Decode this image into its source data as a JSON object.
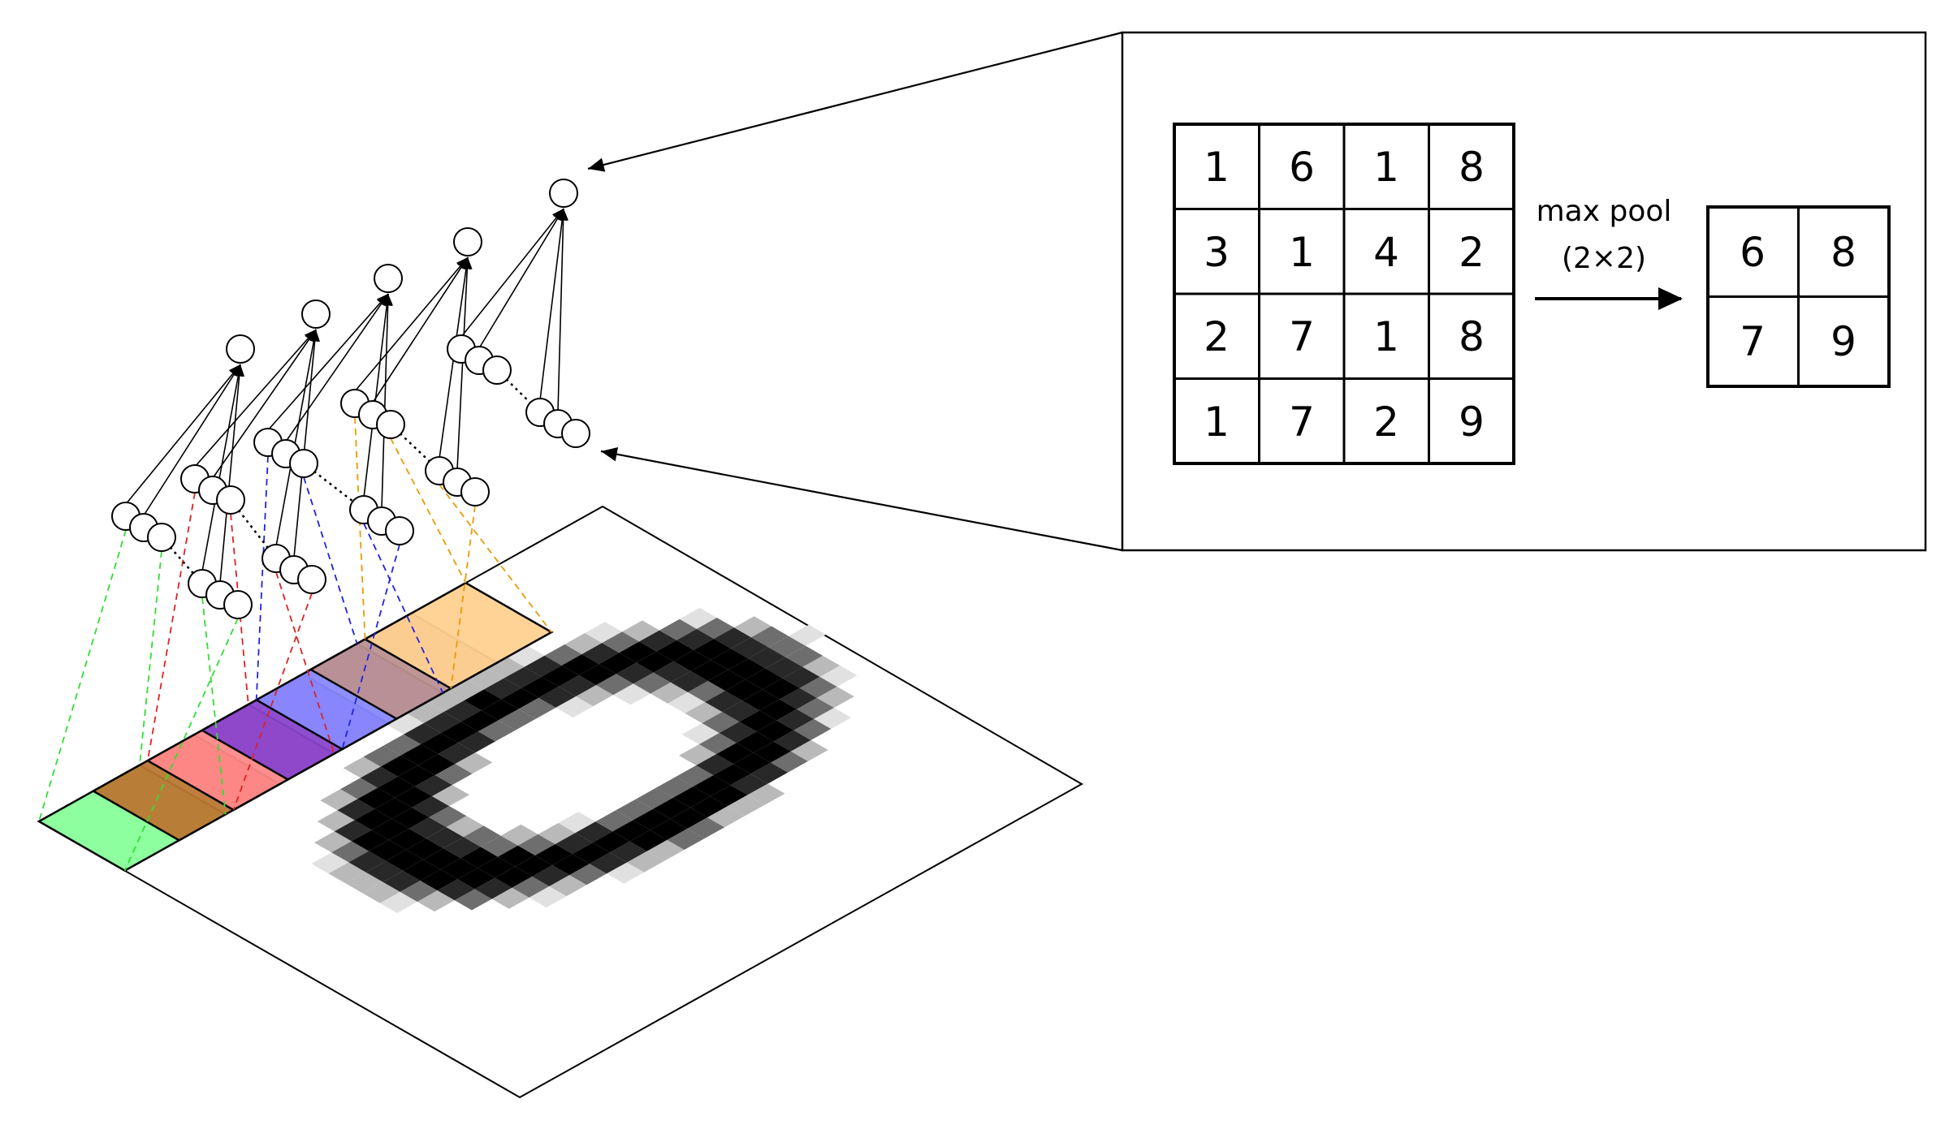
{
  "pooling": {
    "label_line1": "max pool",
    "label_line2": "(2×2)",
    "input_grid": [
      [
        "1",
        "6",
        "1",
        "8"
      ],
      [
        "3",
        "1",
        "4",
        "2"
      ],
      [
        "2",
        "7",
        "1",
        "8"
      ],
      [
        "1",
        "7",
        "2",
        "9"
      ]
    ],
    "output_grid": [
      [
        "6",
        "8"
      ],
      [
        "7",
        "9"
      ]
    ]
  },
  "receptive_field_colors": [
    "#33dd33",
    "#dd2222",
    "#2222dd",
    "#ee9900"
  ],
  "patch_fill_colors": [
    "#88ff99",
    "#bb7733",
    "#ff8888",
    "#8844cc",
    "#8888ff",
    "#bb9090",
    "#ffd090"
  ]
}
